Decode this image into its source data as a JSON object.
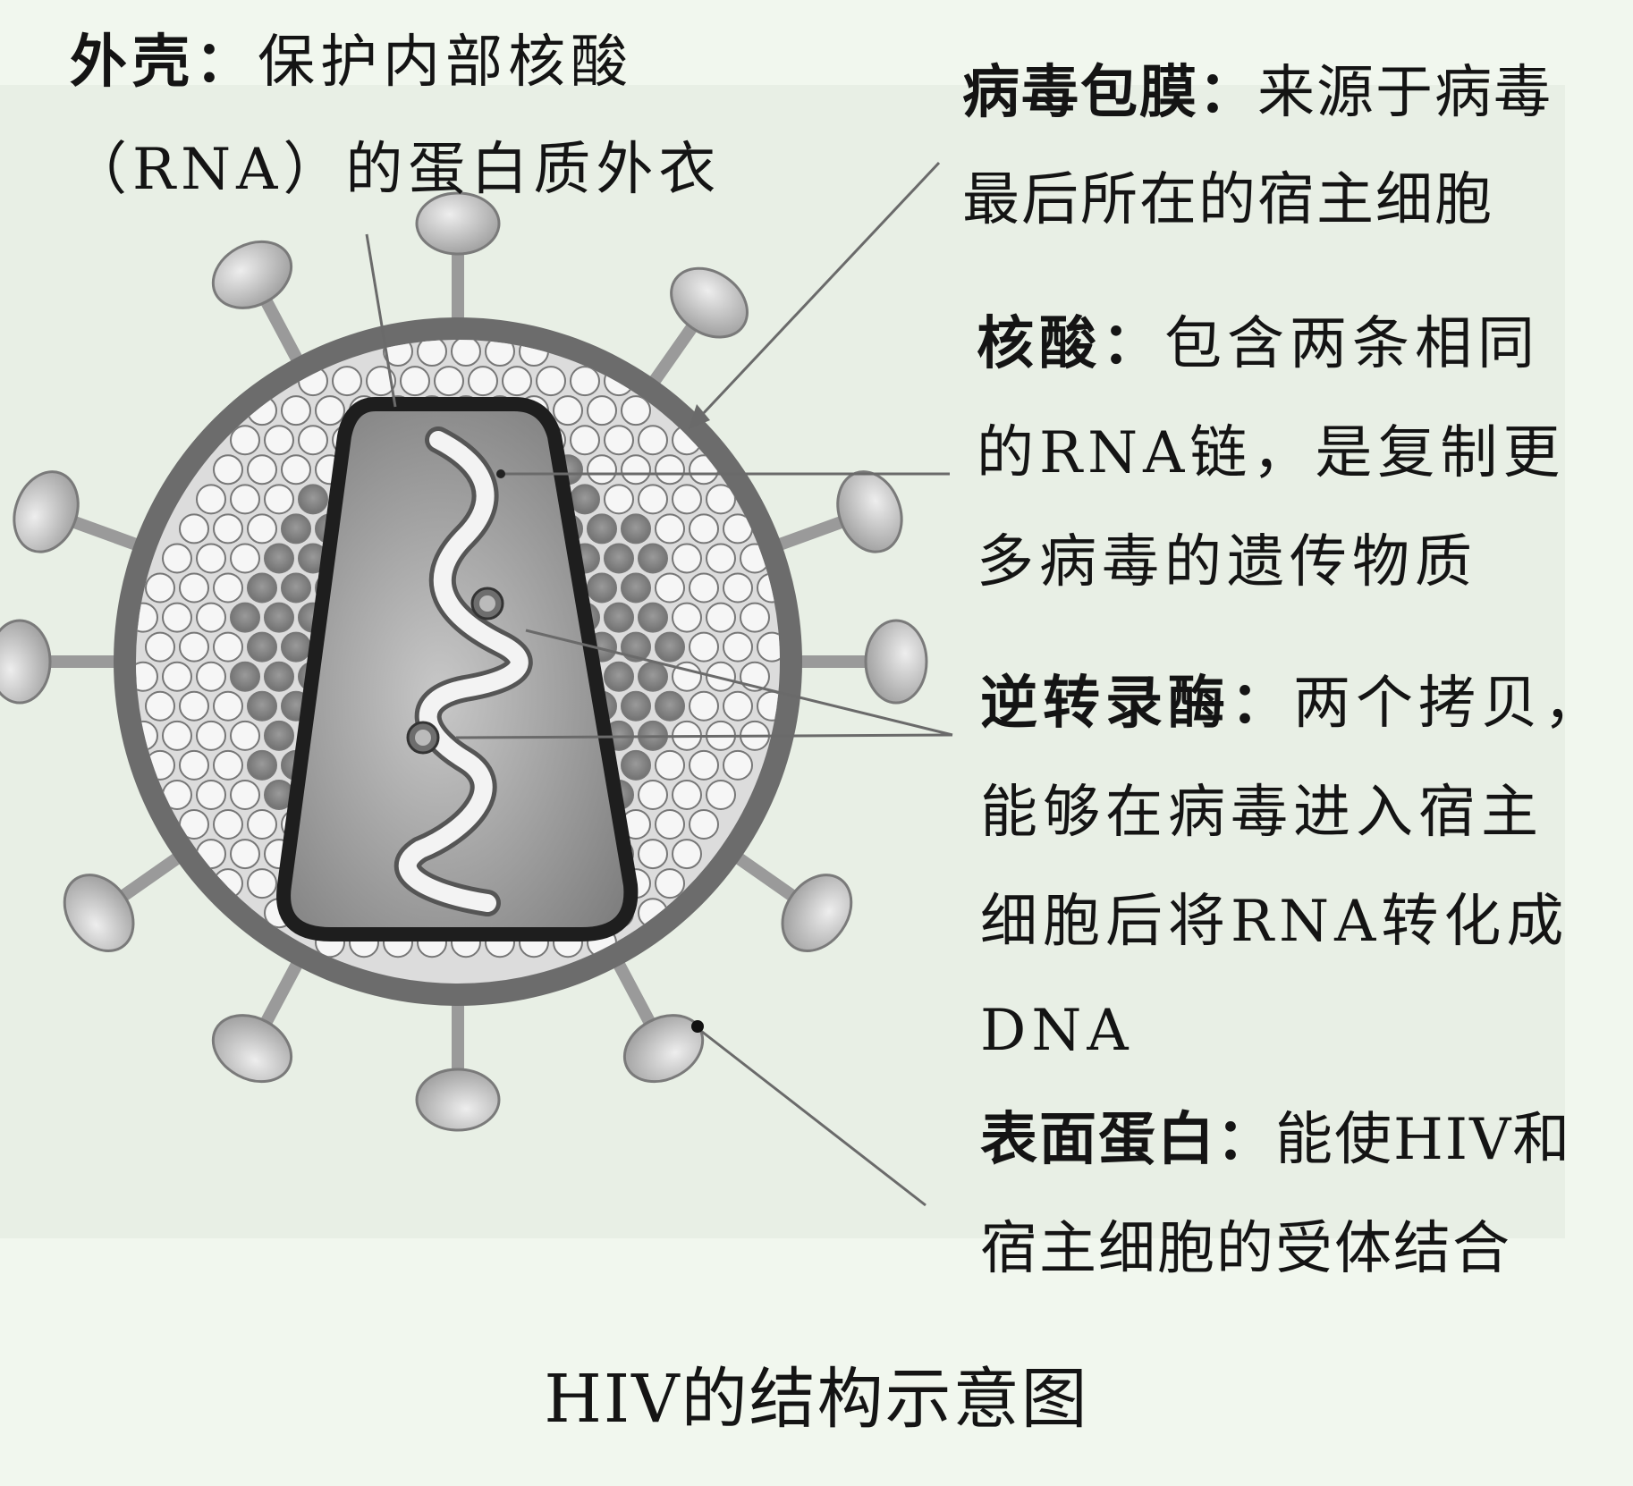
{
  "labels": {
    "capsid": {
      "term": "外壳",
      "sep": "：",
      "lines": [
        "保护内部核酸",
        "（RNA）的蛋白质外衣"
      ]
    },
    "envelope": {
      "term": "病毒包膜",
      "sep": "：",
      "lines": [
        "来源于病毒",
        "最后所在的宿主细胞"
      ]
    },
    "nucleic_acid": {
      "term": "核酸",
      "sep": "：",
      "lines": [
        "包含两条相同",
        "的RNA链，是复制更",
        "多病毒的遗传物质"
      ]
    },
    "reverse_transcriptase": {
      "term": "逆转录酶",
      "sep": "：",
      "lines": [
        "两个拷贝，",
        "能够在病毒进入宿主",
        "细胞后将RNA转化成",
        "DNA"
      ]
    },
    "surface_protein": {
      "term": "表面蛋白",
      "sep": "：",
      "lines": [
        "能使HIV和",
        "宿主细胞的受体结合"
      ]
    }
  },
  "caption": "HIV的结构示意图",
  "colors": {
    "background": "#f1f7ee",
    "envelope": "#6c6c6c",
    "capsid_outline": "#1e1e1e",
    "capsid_fill": "#9a9a9a",
    "spike": "#bdbdbd",
    "matrix_light": "#f6f6f6",
    "matrix_dark": "#8c8c8c",
    "leader": "#6a6a6a"
  },
  "icons": {
    "spike": "glycoprotein-spike",
    "enzyme": "reverse-transcriptase-molecule",
    "rna": "rna-strand"
  }
}
